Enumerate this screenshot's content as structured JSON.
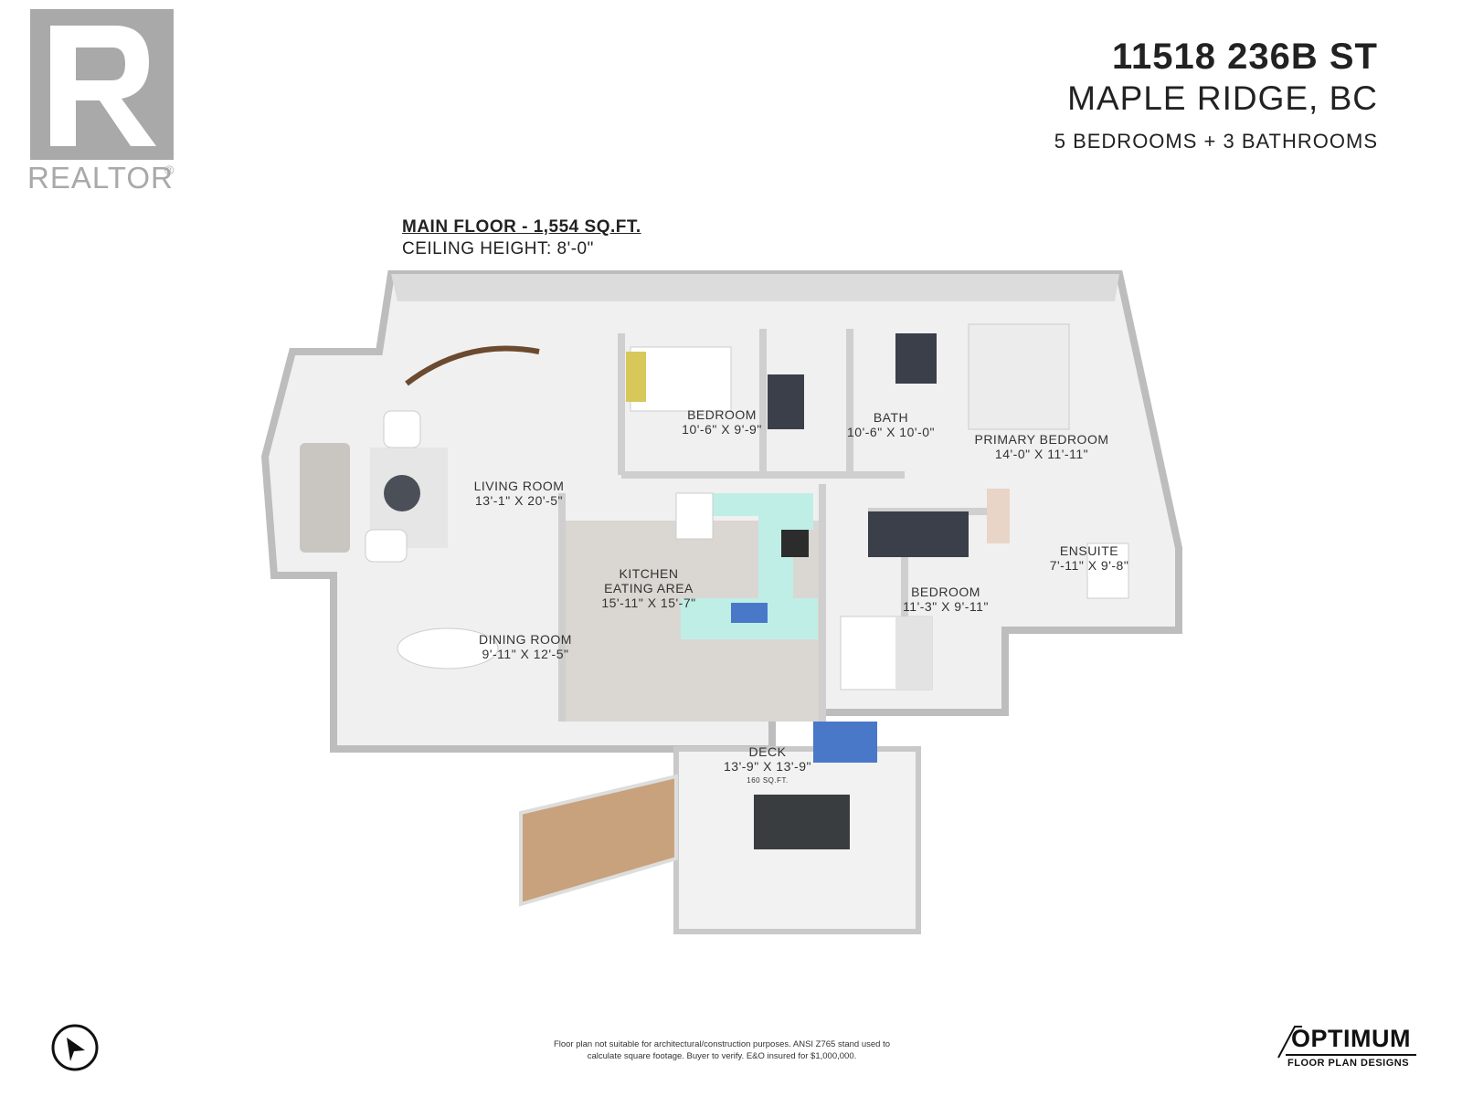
{
  "logo": {
    "text": "REALTOR",
    "registered": "®"
  },
  "header": {
    "address_line1": "11518 236B ST",
    "address_line2": "MAPLE RIDGE, BC",
    "summary": "5 BEDROOMS + 3 BATHROOMS"
  },
  "floor": {
    "title": "MAIN FLOOR - 1,554 SQ.FT.",
    "ceiling": "CEILING HEIGHT: 8'-0\""
  },
  "rooms": {
    "living": {
      "name": "LIVING ROOM",
      "size": "13'-1\" X 20'-5\""
    },
    "bedroom1": {
      "name": "BEDROOM",
      "size": "10'-6\" X 9'-9\""
    },
    "bath": {
      "name": "BATH",
      "size": "10'-6\" X 10'-0\""
    },
    "primary": {
      "name": "PRIMARY BEDROOM",
      "size": "14'-0\" X 11'-11\""
    },
    "ensuite": {
      "name": "ENSUITE",
      "size": "7'-11\" X 9'-8\""
    },
    "kitchen": {
      "name1": "KITCHEN",
      "name2": "EATING AREA",
      "size": "15'-11\" X 15'-7\""
    },
    "bedroom2": {
      "name": "BEDROOM",
      "size": "11'-3\" X 9'-11\""
    },
    "dining": {
      "name": "DINING ROOM",
      "size": "9'-11\" X 12'-5\""
    },
    "deck": {
      "name": "DECK",
      "size": "13'-9\" X 13'-9\"",
      "area": "160 SQ.FT."
    }
  },
  "footer": {
    "disclaimer_line1": "Floor plan not suitable for architectural/construction purposes. ANSI Z765 stand used to",
    "disclaimer_line2": "calculate square footage. Buyer to verify. E&O insured for $1,000,000.",
    "brand_name": "OPTIMUM",
    "brand_sub": "FLOOR PLAN DESIGNS"
  },
  "colors": {
    "wall": "#bdbdbd",
    "floor": "#f0f0f0",
    "wood": "#d9d6d2",
    "counter": "#bfeee6",
    "dark_furniture": "#3a3f4a",
    "logo_grey": "#a9a9a9"
  }
}
